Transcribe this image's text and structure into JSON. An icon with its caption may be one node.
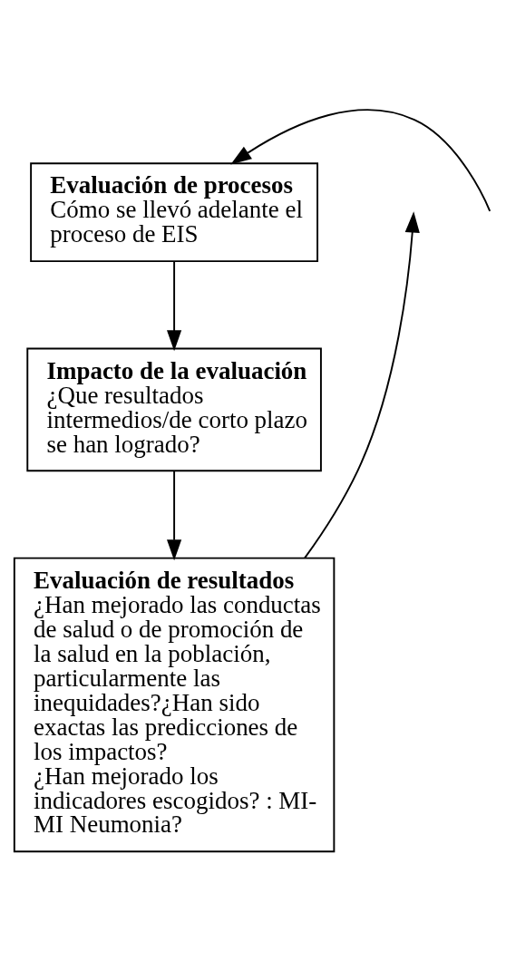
{
  "diagram": {
    "nodes": [
      {
        "text": [
          "Evaluación de procesos",
          "Cómo se llevó adelante el proceso de EIS"
        ]
      },
      {
        "text": [
          "Impacto de la evaluación",
          "¿Que resultados intermedios/de corto plazo se han logrado?"
        ]
      },
      {
        "text": [
          "Evaluación de resultados",
          "¿Han mejorado las conductas de salud o de promoción de la salud en la población, particularmente las inequidades?¿Han sido exactas las predicciones de los impactos?",
          "¿Han mejorado los indicadores escogidos? : MI- MI Neumonia?"
        ]
      }
    ],
    "edges": [
      {
        "from": null,
        "to": 0,
        "arrow": "to"
      },
      {
        "from": 0,
        "to": 1,
        "arrow": "to"
      },
      {
        "from": 1,
        "to": 2,
        "arrow": "to"
      },
      {
        "from": 2,
        "to": null,
        "arrow": "to"
      }
    ]
  }
}
